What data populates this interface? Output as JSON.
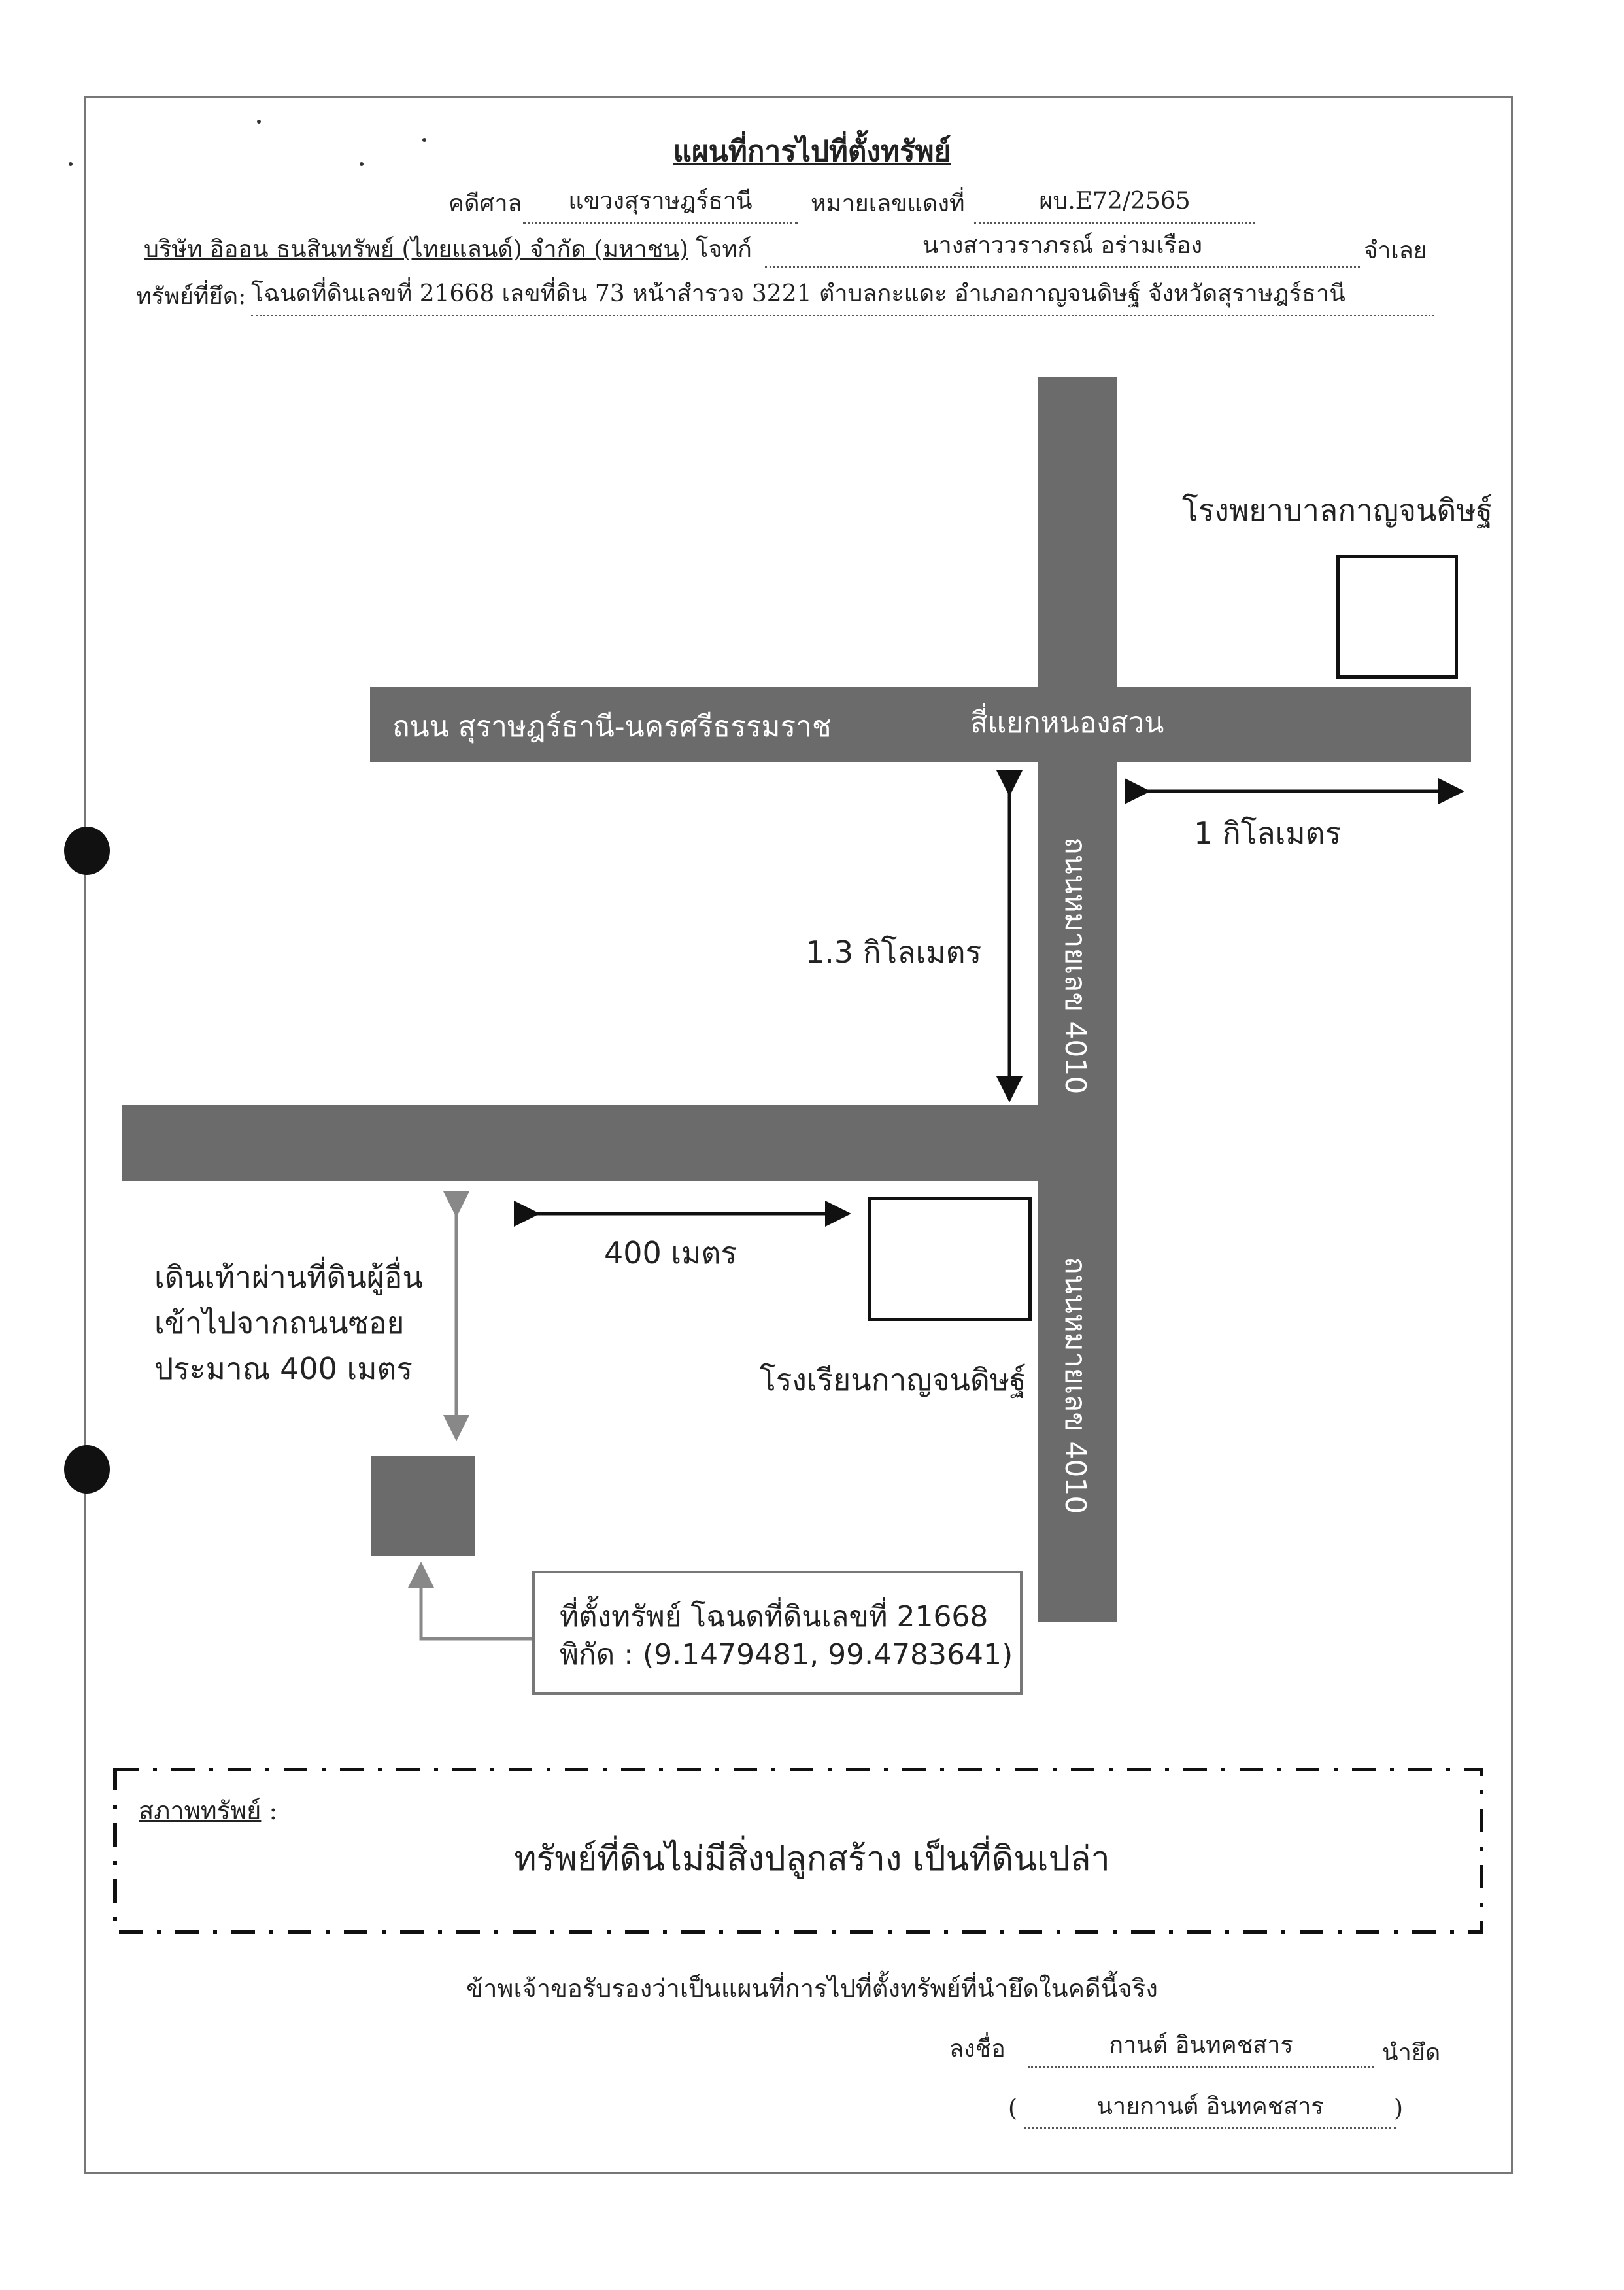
{
  "header": {
    "title": "แผนที่การไปที่ตั้งทรัพย์",
    "court_label": "คดีศาล",
    "court_value": "แขวงสุราษฎร์ธานี",
    "case_no_label": "หมายเลขแดงที่",
    "case_no_value": "ผบ.E72/2565",
    "plaintiff": "บริษัท อิออน ธนสินทรัพย์ (ไทยแลนด์) จำกัด (มหาชน)",
    "plaintiff_label": "โจทก์",
    "defendant_value": "นางสาววราภรณ์ อร่ามเรือง",
    "defendant_label": "จำเลย",
    "property_label": "ทรัพย์ที่ยึด:",
    "property_value": "โฉนดที่ดินเลขที่ 21668 เลขที่ดิน 73 หน้าสำรวจ 3221 ตำบลกะแดะ อำเภอกาญจนดิษฐ์ จังหวัดสุราษฎร์ธานี"
  },
  "map": {
    "hospital": "โรงพยาบาลกาญจนดิษฐ์",
    "main_road": "ถนน สุราษฎร์ธานี-นครศรีธรรมราช",
    "intersection": "สี่แยกหนองสวน",
    "side_road_upper": "ถนนหมายเลข 4010",
    "side_road_lower": "ถนนหมายเลข 4010",
    "dist_1km": "1 กิโลเมตร",
    "dist_1_3km": "1.3 กิโลเมตร",
    "dist_400m": "400 เมตร",
    "school": "โรงเรียนกาญจนดิษฐ์",
    "walk_line1": "เดินเท้าผ่านที่ดินผู้อื่น",
    "walk_line2": "เข้าไปจากถนนซอย",
    "walk_line3": "ประมาณ 400 เมตร",
    "callout_line1": "ที่ตั้งทรัพย์ โฉนดที่ดินเลขที่ 21668",
    "callout_line2": "พิกัด : (9.1479481, 99.4783641)"
  },
  "condition": {
    "label": "สภาพทรัพย์",
    "colon": ":",
    "text": "ทรัพย์ที่ดินไม่มีสิ่งปลูกสร้าง เป็นที่ดินเปล่า"
  },
  "footer": {
    "certify": "ข้าพเจ้าขอรับรองว่าเป็นแผนที่การไปที่ตั้งทรัพย์ที่นำยึดในคดีนี้จริง",
    "sign_label": "ลงชื่อ",
    "signature": "กานต์ อินทคชสาร",
    "role": "นำยึด",
    "open_paren": "(",
    "printed_name": "นายกานต์ อินทคชสาร",
    "close_paren": ")"
  }
}
